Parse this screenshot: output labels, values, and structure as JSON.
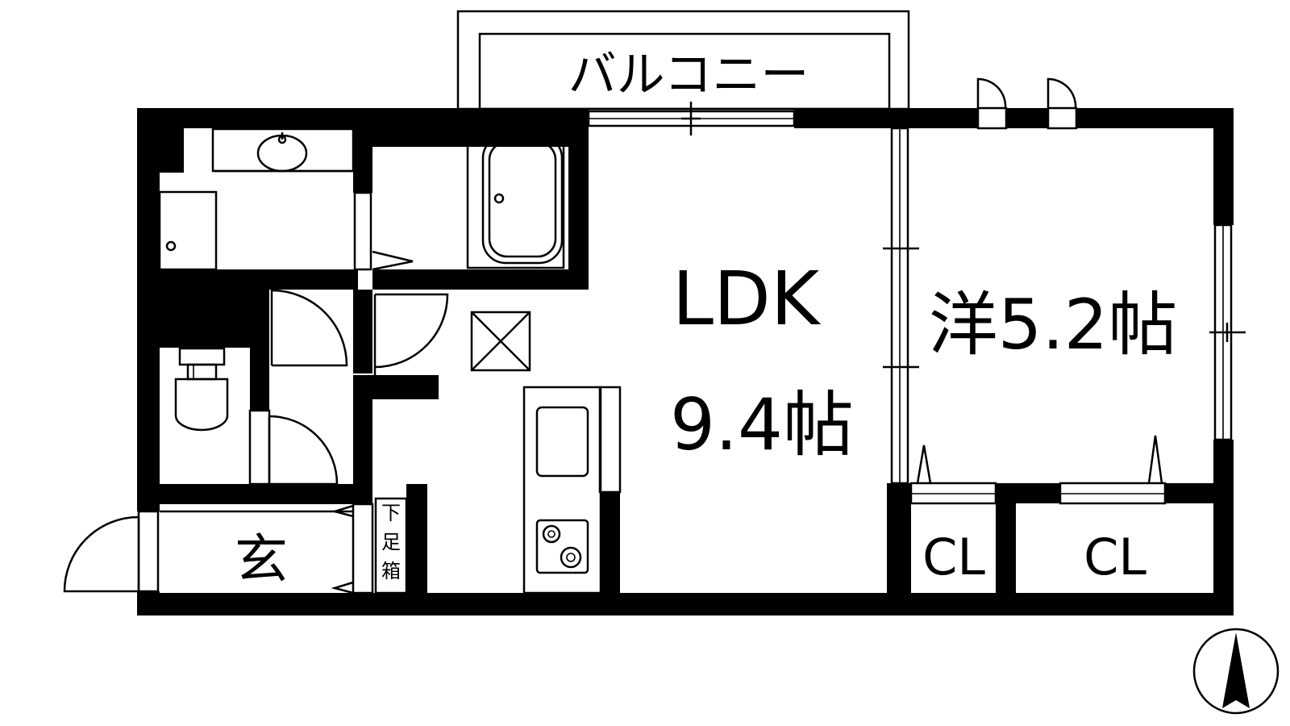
{
  "plan": {
    "balcony_label": "バルコニー",
    "ldk_label": "LDK",
    "ldk_size": "9.4帖",
    "western_room_label": "洋5.2帖",
    "closet_small_label": "CL",
    "closet_large_label": "CL",
    "entrance_label": "玄",
    "shoe_box_label": "下足箱"
  },
  "icons": {
    "compass": "north-arrow-icon",
    "sink": "washbasin-icon",
    "bathtub": "bathtub-icon",
    "toilet": "toilet-icon",
    "stove": "gas-stove-icon",
    "refrigerator_space": "fridge-space-icon",
    "washer": "washing-machine-space-icon"
  }
}
